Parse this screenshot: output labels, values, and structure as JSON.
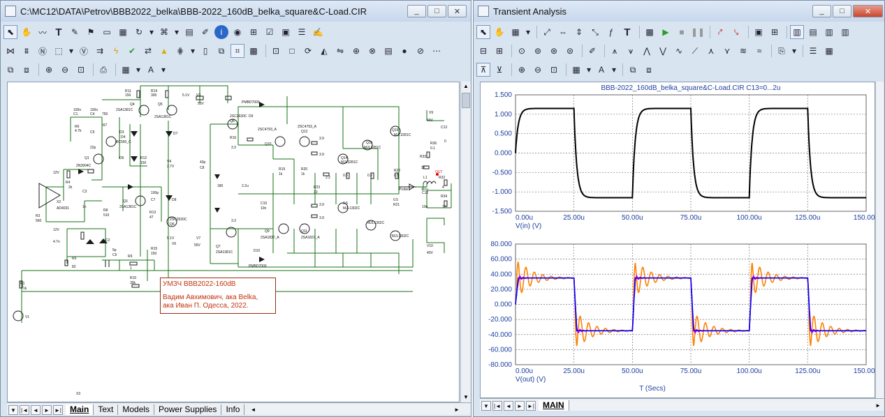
{
  "left_window": {
    "title": "C:\\MC12\\DATA\\Petrov\\BBB2022_belka\\BBB-2022_160dB_belka_square&C-Load.CIR",
    "buttons": {
      "minimize": "_",
      "restore": "□",
      "close": "✕"
    },
    "note": {
      "line1": "УМЗЧ BBB2022-160dB",
      "line2": "Вадим Авхимович, ака Belka,",
      "line3": "ака Иван П. Одесса, 2022."
    },
    "tabs": [
      "Main",
      "Text",
      "Models",
      "Power Supplies",
      "Info"
    ],
    "active_tab": "Main",
    "scroll_buttons": {
      "up": "▲",
      "down": "▼",
      "left": "◄",
      "right": "►"
    },
    "schematic_labels": {
      "r11": "R11",
      "r11v": "150",
      "r14": "R14",
      "r14v": "300",
      "v1_5": "5.1V",
      "v3": "V3",
      "v3v": "55V",
      "pmb": "PMBD7000",
      "d9": "D9",
      "q4": "Q4",
      "q5": "Q5",
      "q5t": "2SA1381C",
      "q4t": "2SA1381C",
      "r6": "R6",
      "r6v": "4.7k",
      "c1": "C1",
      "c1v": "100n",
      "c4": "C4",
      "c4v": "100n",
      "r7": "R7",
      "r7v": "750",
      "c5": "C5",
      "c5v": "22p",
      "d3": "D3",
      "d7": "D7",
      "v4": "V4",
      "v4v": "2.7V",
      "q8": "Q8",
      "q8t": "2SC2630C",
      "q12": "Q12",
      "q12t": "2SC4793_A",
      "q10": "Q10",
      "q10t": "2SC4793_A",
      "q19": "Q19",
      "q19t": "MJL3281C",
      "v9": "V9",
      "v9v": "40V",
      "c13": "C13",
      "c13v": "0",
      "r36": "R36",
      "r36v": "0.1",
      "r33": "R33",
      "r33v": "22",
      "d4": "D4",
      "d4t": "BC560_C",
      "d6": "D6",
      "r12": "R12",
      "r12v": "150",
      "q1": "Q1",
      "q1t": "2N3904C",
      "c8": "C8",
      "c8v": "43p",
      "r16": "R16",
      "r16v": "3.3",
      "q14": "Q14",
      "q14t": "MJL3281C",
      "q16": "Q16",
      "q16t": "MJL3281C",
      "r19": "R19",
      "r19v": "1k",
      "r20": "R20",
      "r20v": "1k",
      "r22": "R22",
      "r22v": "0.5",
      "v2": "V2",
      "v2v": "12V",
      "r4": "R4",
      "r4v": "2k",
      "x2": "X2",
      "x2t": "AD4031",
      "c3": "C3",
      "c3v": "1n",
      "r30": "R30",
      "r30v": "2.2u",
      "probe": "Probe1",
      "l1": "L1",
      "l1v": "1.2u",
      "r32": "R32",
      "r32v": "4",
      "c12": "C12",
      "c12v": "10n",
      "r34": "R34",
      "r34v": "10",
      "c7": "C7",
      "c7v": "100p",
      "d8": "D8",
      "r8": "R8",
      "r8v": "510",
      "r13": "R13",
      "r13v": "47",
      "q3": "Q3",
      "q3t": "2SA1381C",
      "c10": "C10",
      "c10v": "10n",
      "r23": "R23",
      "r23v": "33",
      "r3": "R3",
      "r3v": "560",
      "q6": "Q6",
      "q6t": "2SC2630C",
      "q9": "Q9",
      "q9t": "2SA1837_A",
      "q11": "Q11",
      "q11t": "2SA1837_A",
      "q13": "Q13",
      "q13t": "MJL1302C",
      "q15": "Q15",
      "q15t": "MJL1302C",
      "q17": "Q17",
      "q17t": "MJL1302C",
      "c2": "C2",
      "c2v": "4.7n",
      "r5": "R5",
      "r5v": "82",
      "v6": "V6",
      "v6v": "5.1V",
      "v7": "V7",
      "v7v": "55V",
      "q7": "Q7",
      "q7t": "2SA1381C",
      "r15": "R15",
      "r15v": "150",
      "v10": "V10",
      "v10v": "40V",
      "c6": "C6",
      "c6v": "5p",
      "r9": "R9",
      "r9v": "1",
      "r10": "R10",
      "r10v": "30k",
      "d10": "D10",
      "r1": "R1",
      "r1v": "1k",
      "v1": "V1",
      "x3": "X3",
      "r21": "R21",
      "r21v": "0.5",
      "r180": "180",
      "r2_2": "2.2",
      "r3_3b": "3.3",
      "r3_9a": "3.9",
      "r3_9b": "3.9",
      "r3_9c": "3.9",
      "r3_9d": "3.9",
      "r0_5a": "0.5",
      "r0_5b": "0.5",
      "r0_5c": "0.5",
      "r2_2u": "2.2u",
      "v12": "12V",
      "v12b": "12V",
      "out": "OUT"
    }
  },
  "right_window": {
    "title": "Transient Analysis",
    "buttons": {
      "minimize": "_",
      "restore": "□",
      "close": "✕"
    },
    "tabs": [
      "MAIN"
    ],
    "active_tab": "MAIN",
    "scroll_buttons": {
      "down": "▼",
      "left": "◄",
      "right": "►"
    }
  },
  "chart_data": [
    {
      "type": "line",
      "title": "BBB-2022_160dB_belka_square&C-Load.CIR C13=0...2u",
      "xlabel": "V(in) (V)",
      "ylim": [
        -1.5,
        1.5
      ],
      "yticks": [
        "1.500",
        "1.000",
        "0.500",
        "0.000",
        "-0.500",
        "-1.000",
        "-1.500"
      ],
      "xlim": [
        0,
        150
      ],
      "xticks": [
        "0.00u",
        "25.00u",
        "50.00u",
        "75.00u",
        "100.00u",
        "125.00u",
        "150.00u"
      ],
      "grid": true,
      "series": [
        {
          "name": "V(in)",
          "color": "#000000",
          "period_us": 50,
          "high": 1.15,
          "low": -1.15,
          "rise_tau_us": 1.2
        }
      ]
    },
    {
      "type": "line",
      "xlabel": "V(out) (V)",
      "x_axis_title": "T (Secs)",
      "ylim": [
        -80,
        80
      ],
      "yticks": [
        "80.000",
        "60.000",
        "40.000",
        "20.000",
        "0.000",
        "-20.000",
        "-40.000",
        "-60.000",
        "-80.000"
      ],
      "xlim": [
        0,
        150
      ],
      "xticks": [
        "0.00u",
        "25.00u",
        "50.00u",
        "75.00u",
        "100.00u",
        "125.00u",
        "150.00u"
      ],
      "grid": true,
      "series": [
        {
          "color": "#ff8000",
          "amplitude": 35,
          "overshoot": 30,
          "ring_period_us": 3.6,
          "ring_decay_us": 6
        },
        {
          "color": "#e000e0",
          "amplitude": 35,
          "overshoot": 10,
          "ring_period_us": 1.5,
          "ring_decay_us": 1.5
        },
        {
          "color": "#0000ff",
          "amplitude": 35,
          "overshoot": 0,
          "ring_period_us": 1,
          "ring_decay_us": 1
        }
      ]
    }
  ]
}
